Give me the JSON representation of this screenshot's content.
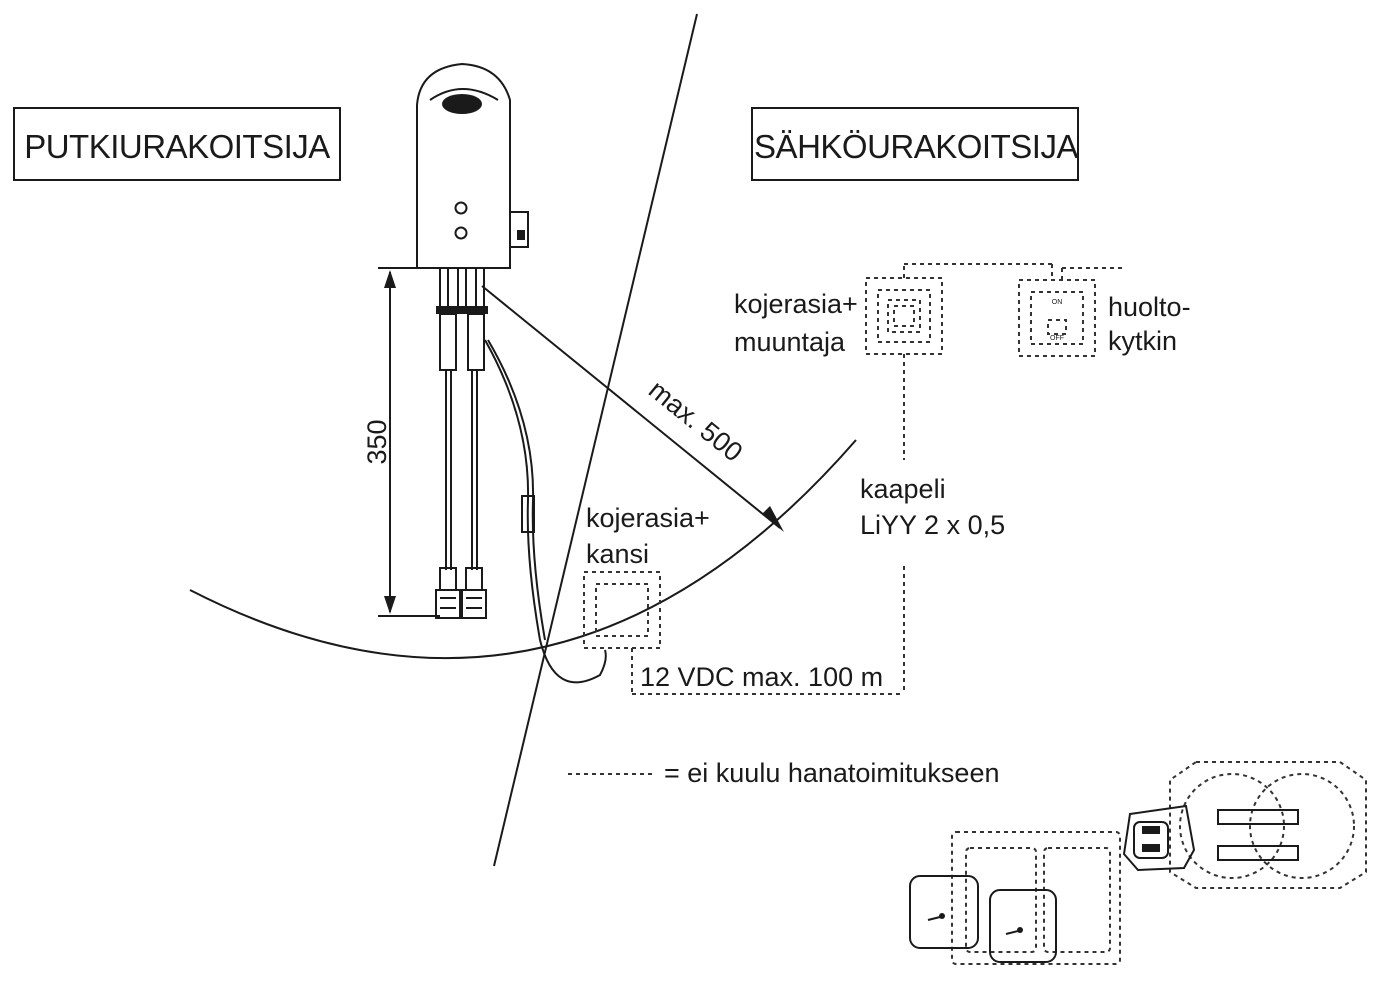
{
  "zones": {
    "plumber": "PUTKIURAKOITSIJA",
    "electrician": "SÄHKÖURAKOITSIJA"
  },
  "dimensions": {
    "height": "350",
    "radius": "max. 500"
  },
  "components": {
    "junction_transformer_line1": "kojerasia+",
    "junction_transformer_line2": "muuntaja",
    "service_switch_line1": "huolto-",
    "service_switch_line2": "kytkin",
    "switch_on": "ON",
    "switch_off": "OFF",
    "junction_cover_line1": "kojerasia+",
    "junction_cover_line2": "kansi",
    "cable_line1": "kaapeli",
    "cable_line2": "LiYY 2 x 0,5",
    "supply": "12 VDC max. 100 m"
  },
  "legend": {
    "dashed_meaning": "= ei kuulu hanatoimitukseen"
  },
  "colors": {
    "ink": "#1a1a1a",
    "background": "#ffffff"
  }
}
